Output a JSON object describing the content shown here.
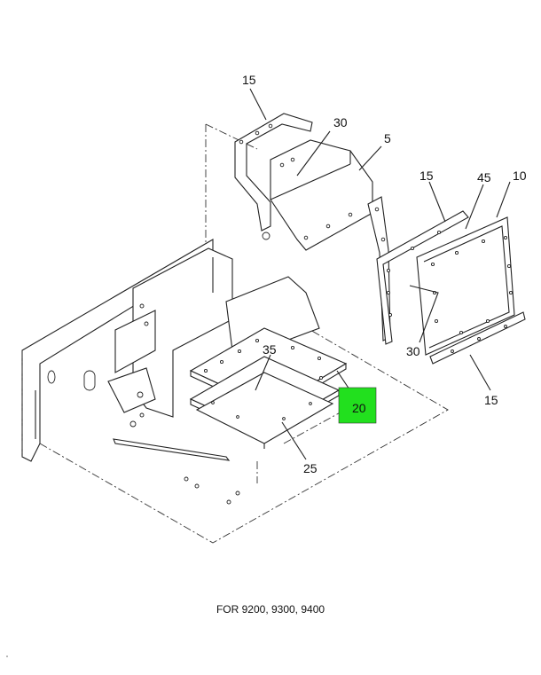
{
  "caption": "FOR 9200, 9300, 9400",
  "highlight_color": "#22e01e",
  "callouts": {
    "c15_top": "15",
    "c30_top": "30",
    "c5": "5",
    "c15_right": "15",
    "c45": "45",
    "c10": "10",
    "c35": "35",
    "c20": "20",
    "c30_bottom": "30",
    "c15_bottom": "15",
    "c25": "25"
  }
}
